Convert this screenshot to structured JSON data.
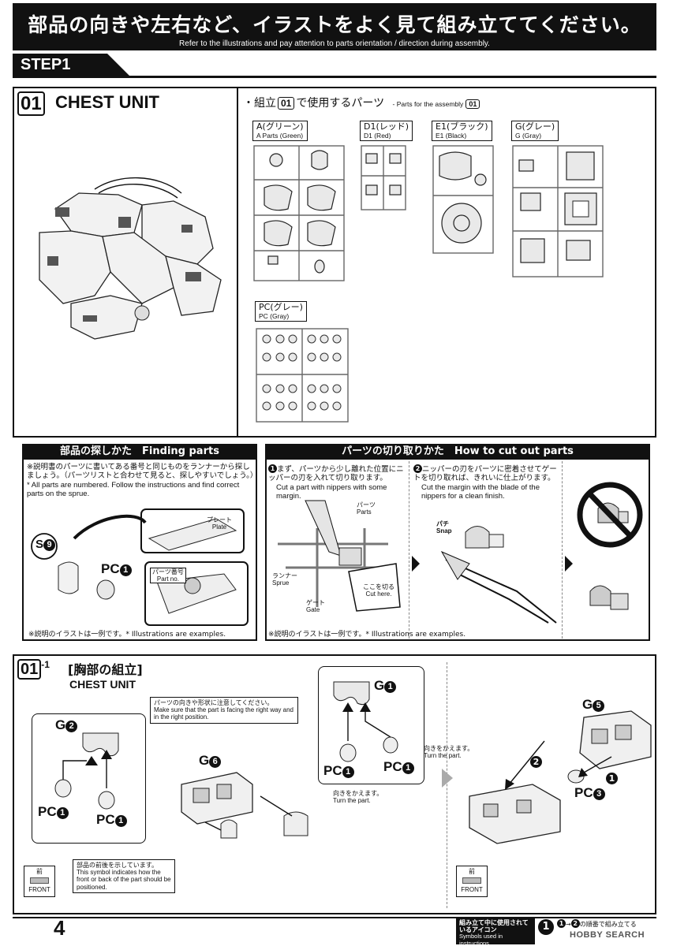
{
  "banner": {
    "jp": "部品の向きや左右など、イラストをよく見て組み立ててください。",
    "en": "Refer to the illustrations and pay attention to parts orientation / direction during assembly."
  },
  "step": {
    "label": "STEP1"
  },
  "section1": {
    "number": "01",
    "title": "CHEST UNIT",
    "parts_heading_jp_pre": "・組立",
    "parts_heading_num": "01",
    "parts_heading_jp_post": "で使用するパーツ",
    "parts_heading_en": "- Parts for the assembly",
    "parts_heading_en_num": "01",
    "sprues": [
      {
        "jp": "A(グリーン)",
        "en": "A Parts (Green)"
      },
      {
        "jp": "D1(レッド)",
        "en": "D1 (Red)"
      },
      {
        "jp": "E1(ブラック)",
        "en": "E1 (Black)"
      },
      {
        "jp": "G(グレー)",
        "en": "G (Gray)"
      },
      {
        "jp": "PC(グレー)",
        "en": "PC (Gray)"
      }
    ]
  },
  "finding": {
    "title": "部品の探しかた　Finding parts",
    "text_jp": "※説明書のパーツに書いてある番号と同じものをランナーから探しましょう。（パーツリストと合わせて見ると、探しやすいでしょう。）",
    "text_en": "* All parts are numbered. Follow the instructions and find correct parts on the sprue.",
    "label_s9": "S",
    "label_s9_num": "9",
    "label_plate_jp": "プレート",
    "label_plate_en": "Plate",
    "label_partno_jp": "パーツ番号",
    "label_partno_en": "Part no.",
    "label_pc1": "PC",
    "footer": "※説明のイラストは一例です。* Illustrations are examples."
  },
  "cutting": {
    "title": "パーツの切り取りかた　How to cut out parts",
    "step1_jp": "まず、パーツから少し離れた位置にニッパーの刃を入れて切り取ります。",
    "step1_en": "Cut a part with nippers with some margin.",
    "step2_jp": "ニッパーの刃をパーツに密着させてゲートを切り取れば、きれいに仕上がります。",
    "step2_en": "Cut the margin with the blade of the nippers for a clean finish.",
    "label_parts_jp": "パーツ",
    "label_parts_en": "Parts",
    "label_runner_jp": "ランナー",
    "label_runner_en": "Sprue",
    "label_gate_jp": "ゲート",
    "label_gate_en": "Gate",
    "label_cut_jp": "ここを切る",
    "label_cut_en": "Cut here.",
    "label_snap_jp": "パチ",
    "label_snap_en": "Snap",
    "footer": "※説明のイラストは一例です。* Illustrations are examples."
  },
  "section2": {
    "number": "01",
    "sub": "-1",
    "title_jp": "[胸部の組立]",
    "title_en": "CHEST UNIT",
    "note_jp": "パーツの向きや形状に注意してください。",
    "note_en": "Make sure that the part is facing the right way and in the right position.",
    "g2": "G",
    "g2n": "2",
    "g6": "G",
    "g6n": "6",
    "g1": "G",
    "g1n": "1",
    "g5": "G",
    "g5n": "5",
    "pc": "PC",
    "pc3": "PC",
    "turn_jp": "向きをかえます。",
    "turn_en": "Turn the part.",
    "turn2_jp": "向きをかえます。",
    "turn2_en": "Turn the part.",
    "front_note_jp": "部品の前後を示しています。",
    "front_note_en": "This symbol indicates how the front or back of the part should be positioned.",
    "front_jp": "前",
    "front_en": "FRONT"
  },
  "footer": {
    "page": "4",
    "symbols_jp": "組み立て中に使用されているアイコン",
    "symbols_en": "Symbols used in instructions",
    "order_text": "の順番で組み立てる",
    "watermark": "HOBBY SEARCH"
  }
}
